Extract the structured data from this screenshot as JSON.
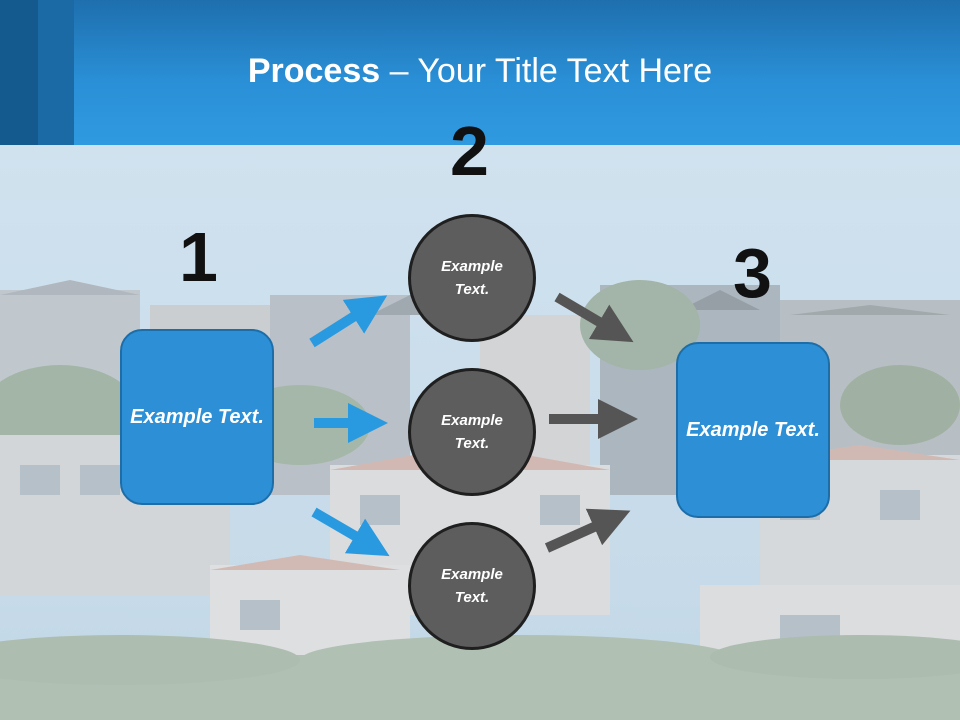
{
  "title": {
    "bold": "Process",
    "rest": " – Your Title Text Here"
  },
  "steps": [
    {
      "number": "1",
      "text": "Example Text."
    },
    {
      "number": "2",
      "text": "Example Text."
    },
    {
      "number": "3",
      "text": "Example Text."
    }
  ],
  "circles": [
    {
      "text": "Example Text."
    },
    {
      "text": "Example Text."
    },
    {
      "text": "Example Text."
    }
  ],
  "colors": {
    "accent_blue": "#2d8fd5",
    "circle_gray": "#5d5d5d",
    "arrow_blue": "#2a9ae0",
    "arrow_gray": "#555555",
    "header_blue": "#2a8fd6"
  }
}
